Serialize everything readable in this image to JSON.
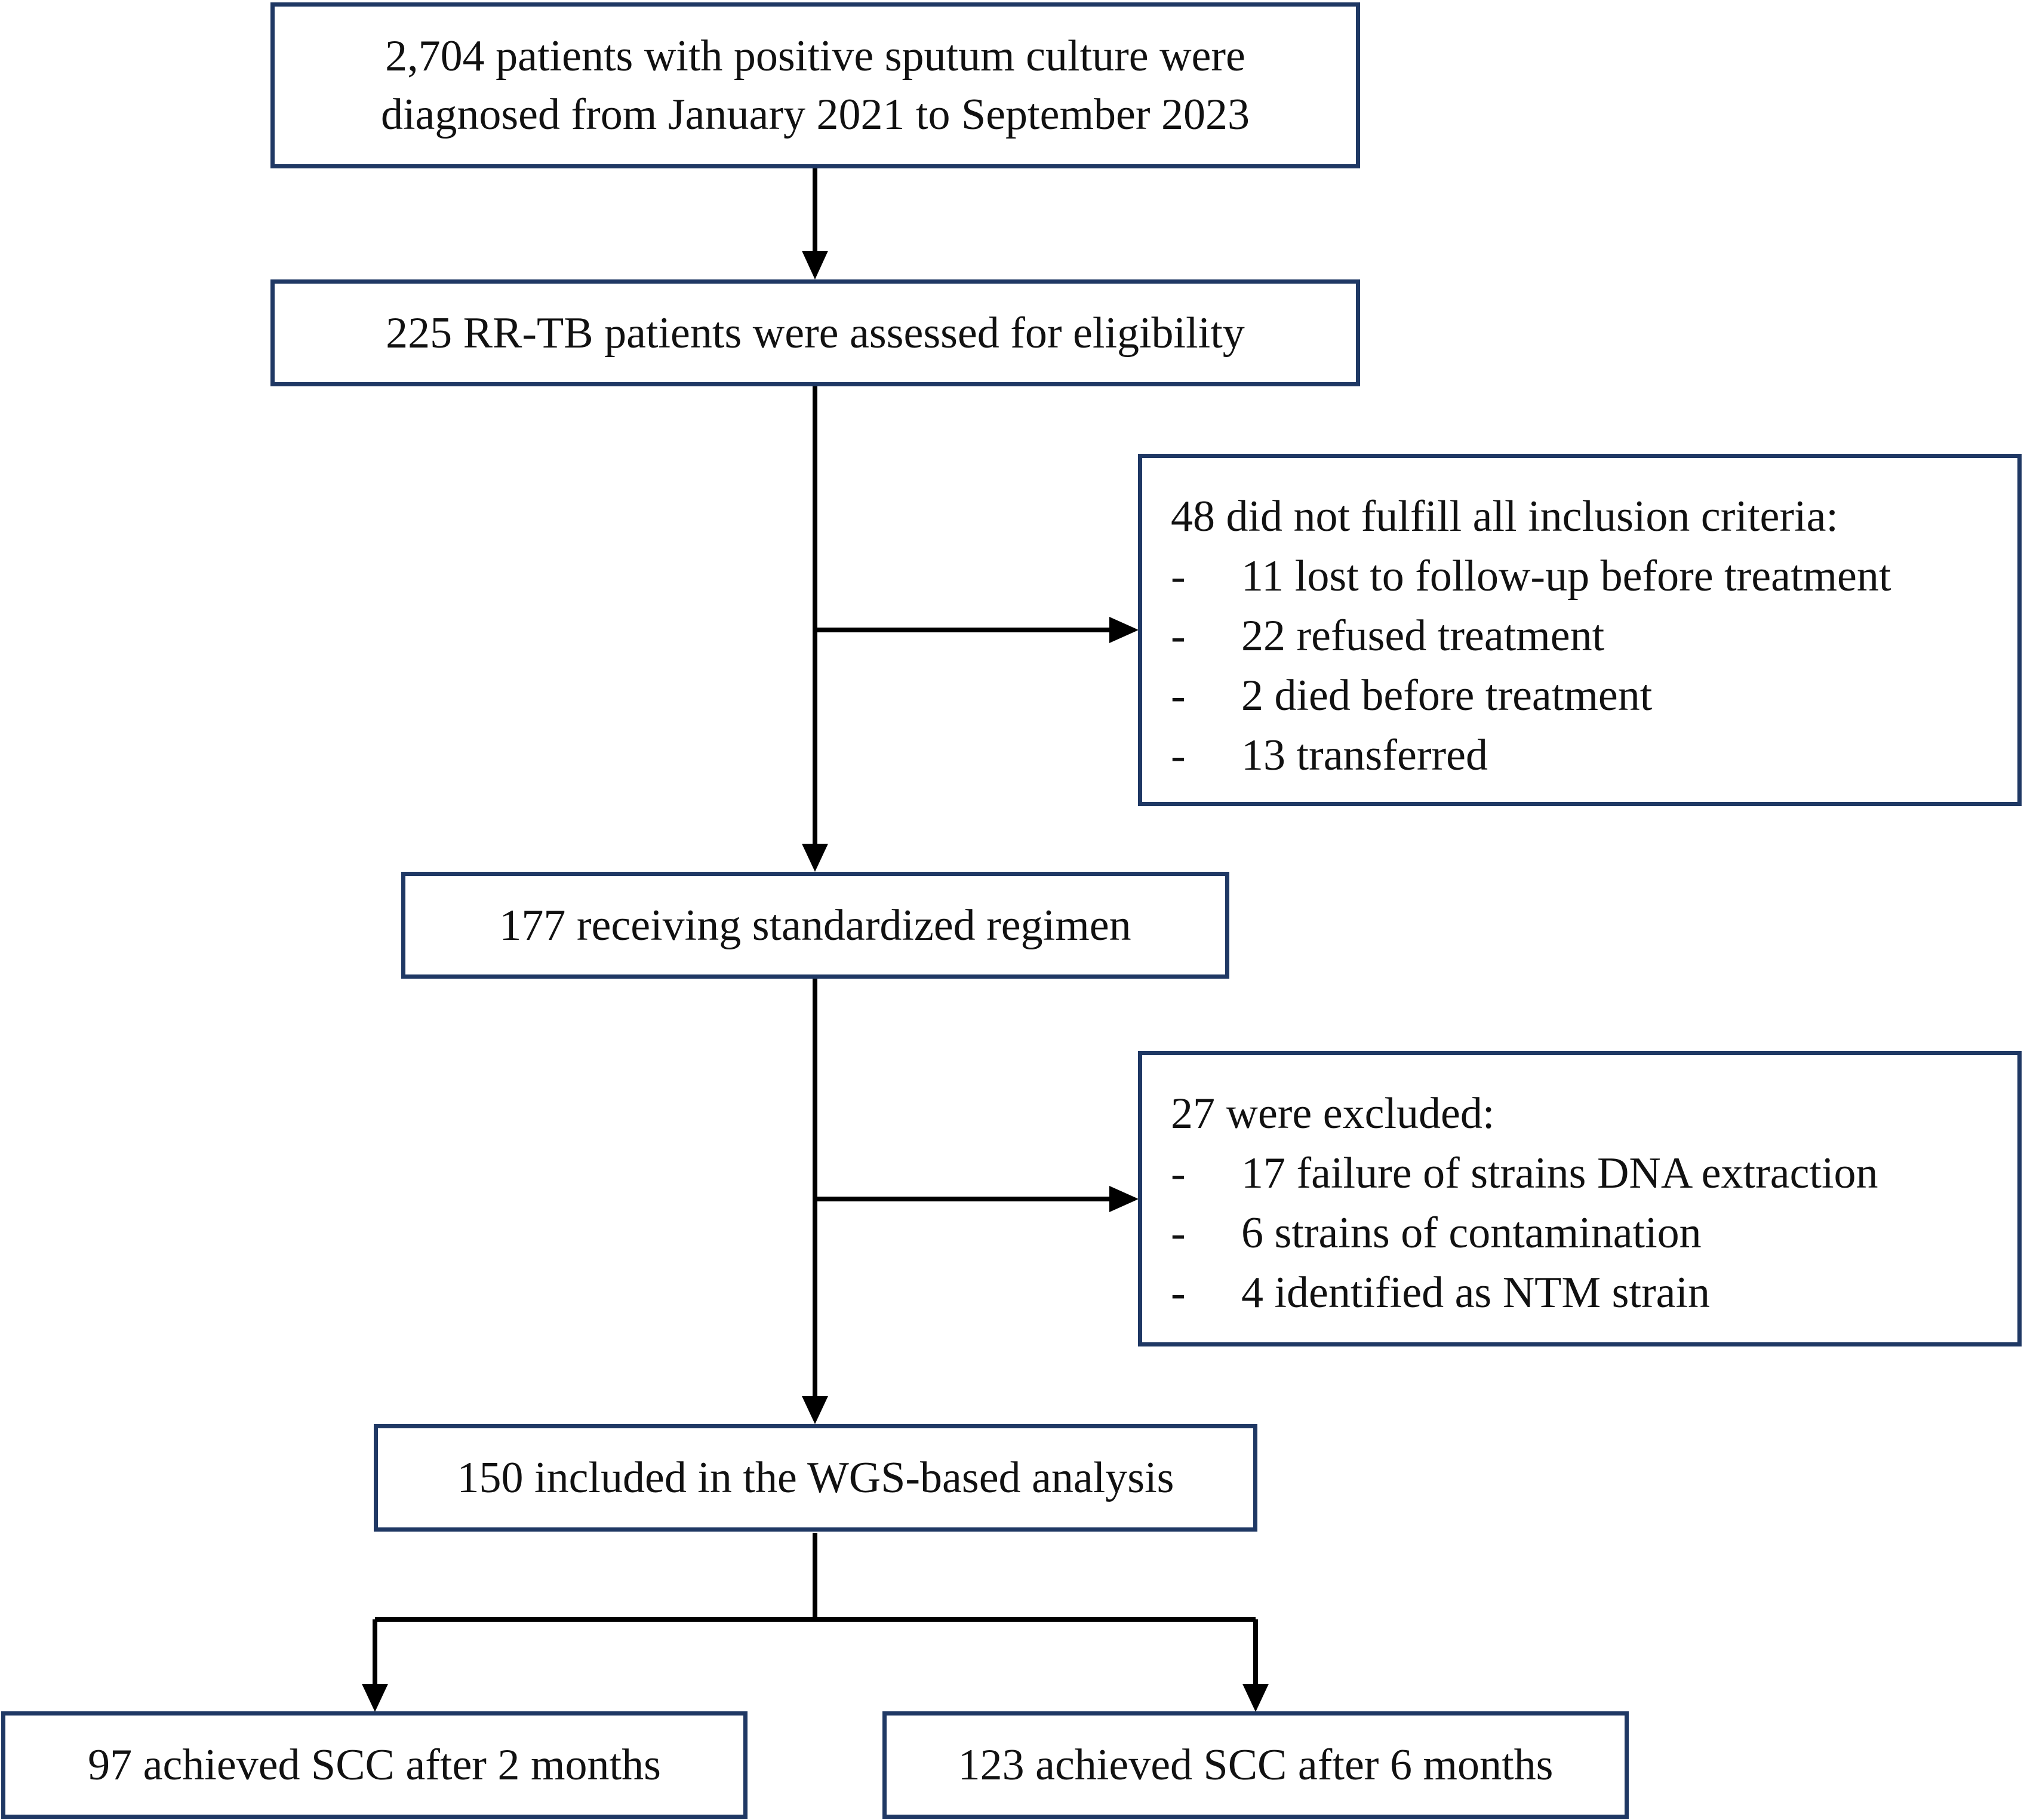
{
  "flowchart": {
    "box1": {
      "lines": [
        "2,704 patients with positive sputum culture were",
        "diagnosed from January 2021 to September 2023"
      ]
    },
    "box2": {
      "text": "225 RR-TB patients were assessed for eligibility"
    },
    "exclusion1": {
      "heading": "48 did not fulfill all inclusion criteria:",
      "items": [
        "11 lost to follow-up before treatment",
        "22 refused treatment",
        "2 died before treatment",
        "13 transferred"
      ]
    },
    "box3": {
      "text": "177 receiving standardized regimen"
    },
    "exclusion2": {
      "heading": "27 were excluded:",
      "items": [
        "17 failure of strains DNA extraction",
        "6 strains of contamination",
        "4 identified as NTM strain"
      ]
    },
    "box4": {
      "text": "150 included in the WGS-based analysis"
    },
    "outcome_left": {
      "text": "97 achieved SCC after 2 months"
    },
    "outcome_right": {
      "text": "123 achieved SCC after 6 months"
    },
    "bullet": "-"
  },
  "colors": {
    "box_border": "#1f3864",
    "arrow": "#000000",
    "text": "#111111"
  }
}
